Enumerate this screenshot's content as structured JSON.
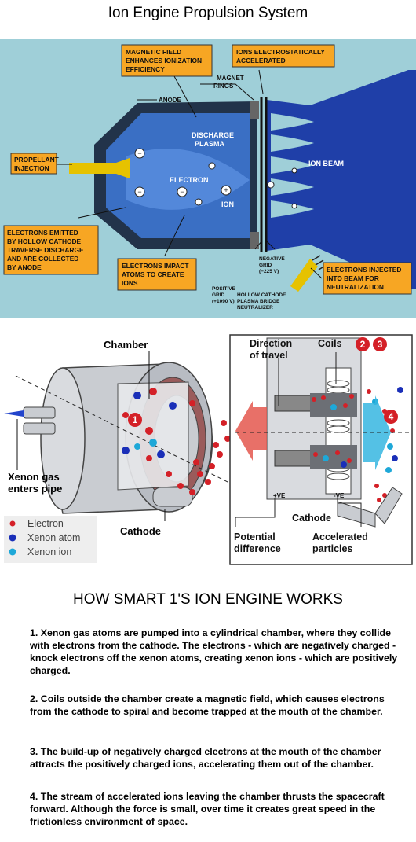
{
  "page_title": "Ion Engine Propulsion System",
  "top_diagram": {
    "label_magnetic_field": [
      "MAGNETIC FIELD",
      "ENHANCES IONIZATION",
      "EFFICIENCY"
    ],
    "label_ions_accelerated": [
      "IONS ELECTROSTATICALLY",
      "ACCELERATED"
    ],
    "label_magnet_rings": [
      "MAGNET",
      "RINGS"
    ],
    "label_anode": "ANODE",
    "label_discharge_plasma": [
      "DISCHARGE",
      "PLASMA"
    ],
    "label_ion_beam": "ION BEAM",
    "label_propellant_injection": [
      "PROPELLANT",
      "INJECTION"
    ],
    "label_electron": "ELECTRON",
    "label_ion": "ION",
    "label_electrons_emitted": [
      "ELECTRONS EMITTED",
      "BY HOLLOW CATHODE",
      "TRAVERSE DISCHARGE",
      "AND ARE COLLECTED",
      "BY ANODE"
    ],
    "label_electrons_impact": [
      "ELECTRONS IMPACT",
      "ATOMS TO CREATE",
      "IONS"
    ],
    "label_positive_grid": [
      "POSITIVE",
      "GRID",
      "(+1090 V)"
    ],
    "label_negative_grid": [
      "NEGATIVE",
      "GRID",
      "(−225 V)"
    ],
    "label_electrons_injected": [
      "ELECTRONS INJECTED",
      "INTO BEAM FOR",
      "NEUTRALIZATION"
    ],
    "label_neutralizer": [
      "HOLLOW CATHODE",
      "PLASMA BRIDGE",
      "NEUTRALIZER"
    ]
  },
  "mid_diagram": {
    "label_chamber": "Chamber",
    "label_xenon_gas": [
      "Xenon gas",
      "enters pipe"
    ],
    "label_cathode_left": "Cathode",
    "legend": [
      {
        "label": "Electron",
        "color": "#d42027"
      },
      {
        "label": "Xenon atom",
        "color": "#1a2fb8"
      },
      {
        "label": "Xenon ion",
        "color": "#1ea8d8"
      }
    ],
    "label_direction": [
      "Direction",
      "of travel"
    ],
    "label_coils": "Coils",
    "step_numbers": [
      "1",
      "2",
      "3",
      "4"
    ],
    "label_plus_ve": "+VE",
    "label_minus_ve": "-VE",
    "label_cathode_right": "Cathode",
    "label_potential": [
      "Potential",
      "difference"
    ],
    "label_accelerated": [
      "Accelerated",
      "particles"
    ]
  },
  "explanation": {
    "heading": "HOW SMART 1'S ION ENGINE WORKS",
    "paragraphs": [
      "1. Xenon gas atoms are pumped into a cylindrical chamber, where they collide with electrons from the cathode. The electrons - which are negatively charged - knock electrons off the xenon atoms, creating xenon ions - which are positively charged.",
      "2. Coils outside the chamber create a magnetic field, which causes electrons from the cathode to spiral and become trapped at the mouth of the chamber.",
      "3. The build-up of negatively charged electrons at the mouth of the chamber attracts the positively charged ions, accelerating them out of the chamber.",
      "4. The stream of accelerated ions leaving the chamber thrusts the spacecraft forward. Although the force is small, over time it creates great speed in the frictionless environment of space."
    ]
  }
}
